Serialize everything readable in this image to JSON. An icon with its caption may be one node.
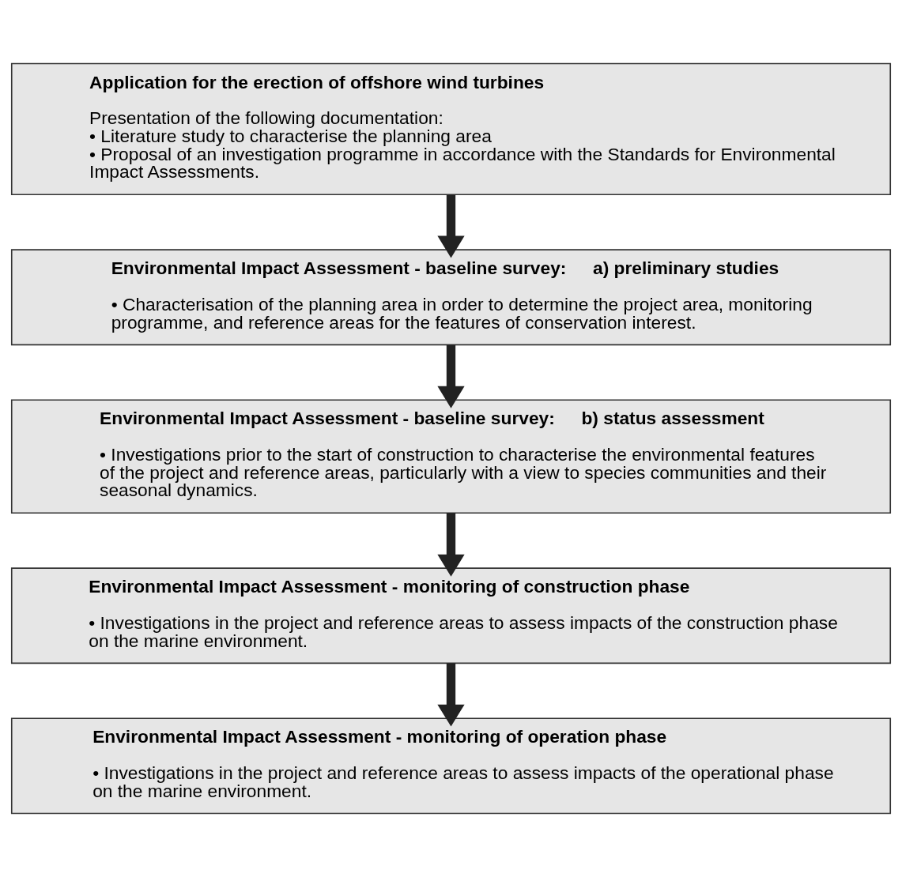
{
  "diagram": {
    "nodes": [
      {
        "text": [
          "Application for the erection of offshore wind turbines",
          "Presentation of the following documentation:",
          "• Literature study to characterise the planning area",
          "• Proposal of an investigation programme in accordance with the Standards for Environmental Impact Assessments."
        ]
      },
      {
        "text": [
          "Environmental Impact Assessment - baseline survey:",
          "a) preliminary studies",
          "• Characterisation of the planning area in order to determine the project area, monitoring programme, and reference areas for the features of conservation interest."
        ]
      },
      {
        "text": [
          "Environmental Impact Assessment - baseline survey:",
          "b) status assessment",
          "• Investigations prior to the start of construction to characterise the environmental features of the project and reference areas, particularly with a view to species communities and their seasonal dynamics."
        ]
      },
      {
        "text": [
          "Environmental Impact Assessment - monitoring of construction phase",
          "• Investigations in the project and reference areas to assess impacts of the construction phase on the marine environment."
        ]
      },
      {
        "text": [
          "Environmental Impact Assessment - monitoring of operation phase",
          "• Investigations in the project and reference areas to assess impacts of the operational phase on the marine environment."
        ]
      }
    ],
    "edges": [
      {
        "from": 0,
        "to": 1,
        "arrow": "to"
      },
      {
        "from": 1,
        "to": 2,
        "arrow": "to"
      },
      {
        "from": 2,
        "to": 3,
        "arrow": "to"
      },
      {
        "from": 3,
        "to": 4,
        "arrow": "to"
      }
    ]
  }
}
